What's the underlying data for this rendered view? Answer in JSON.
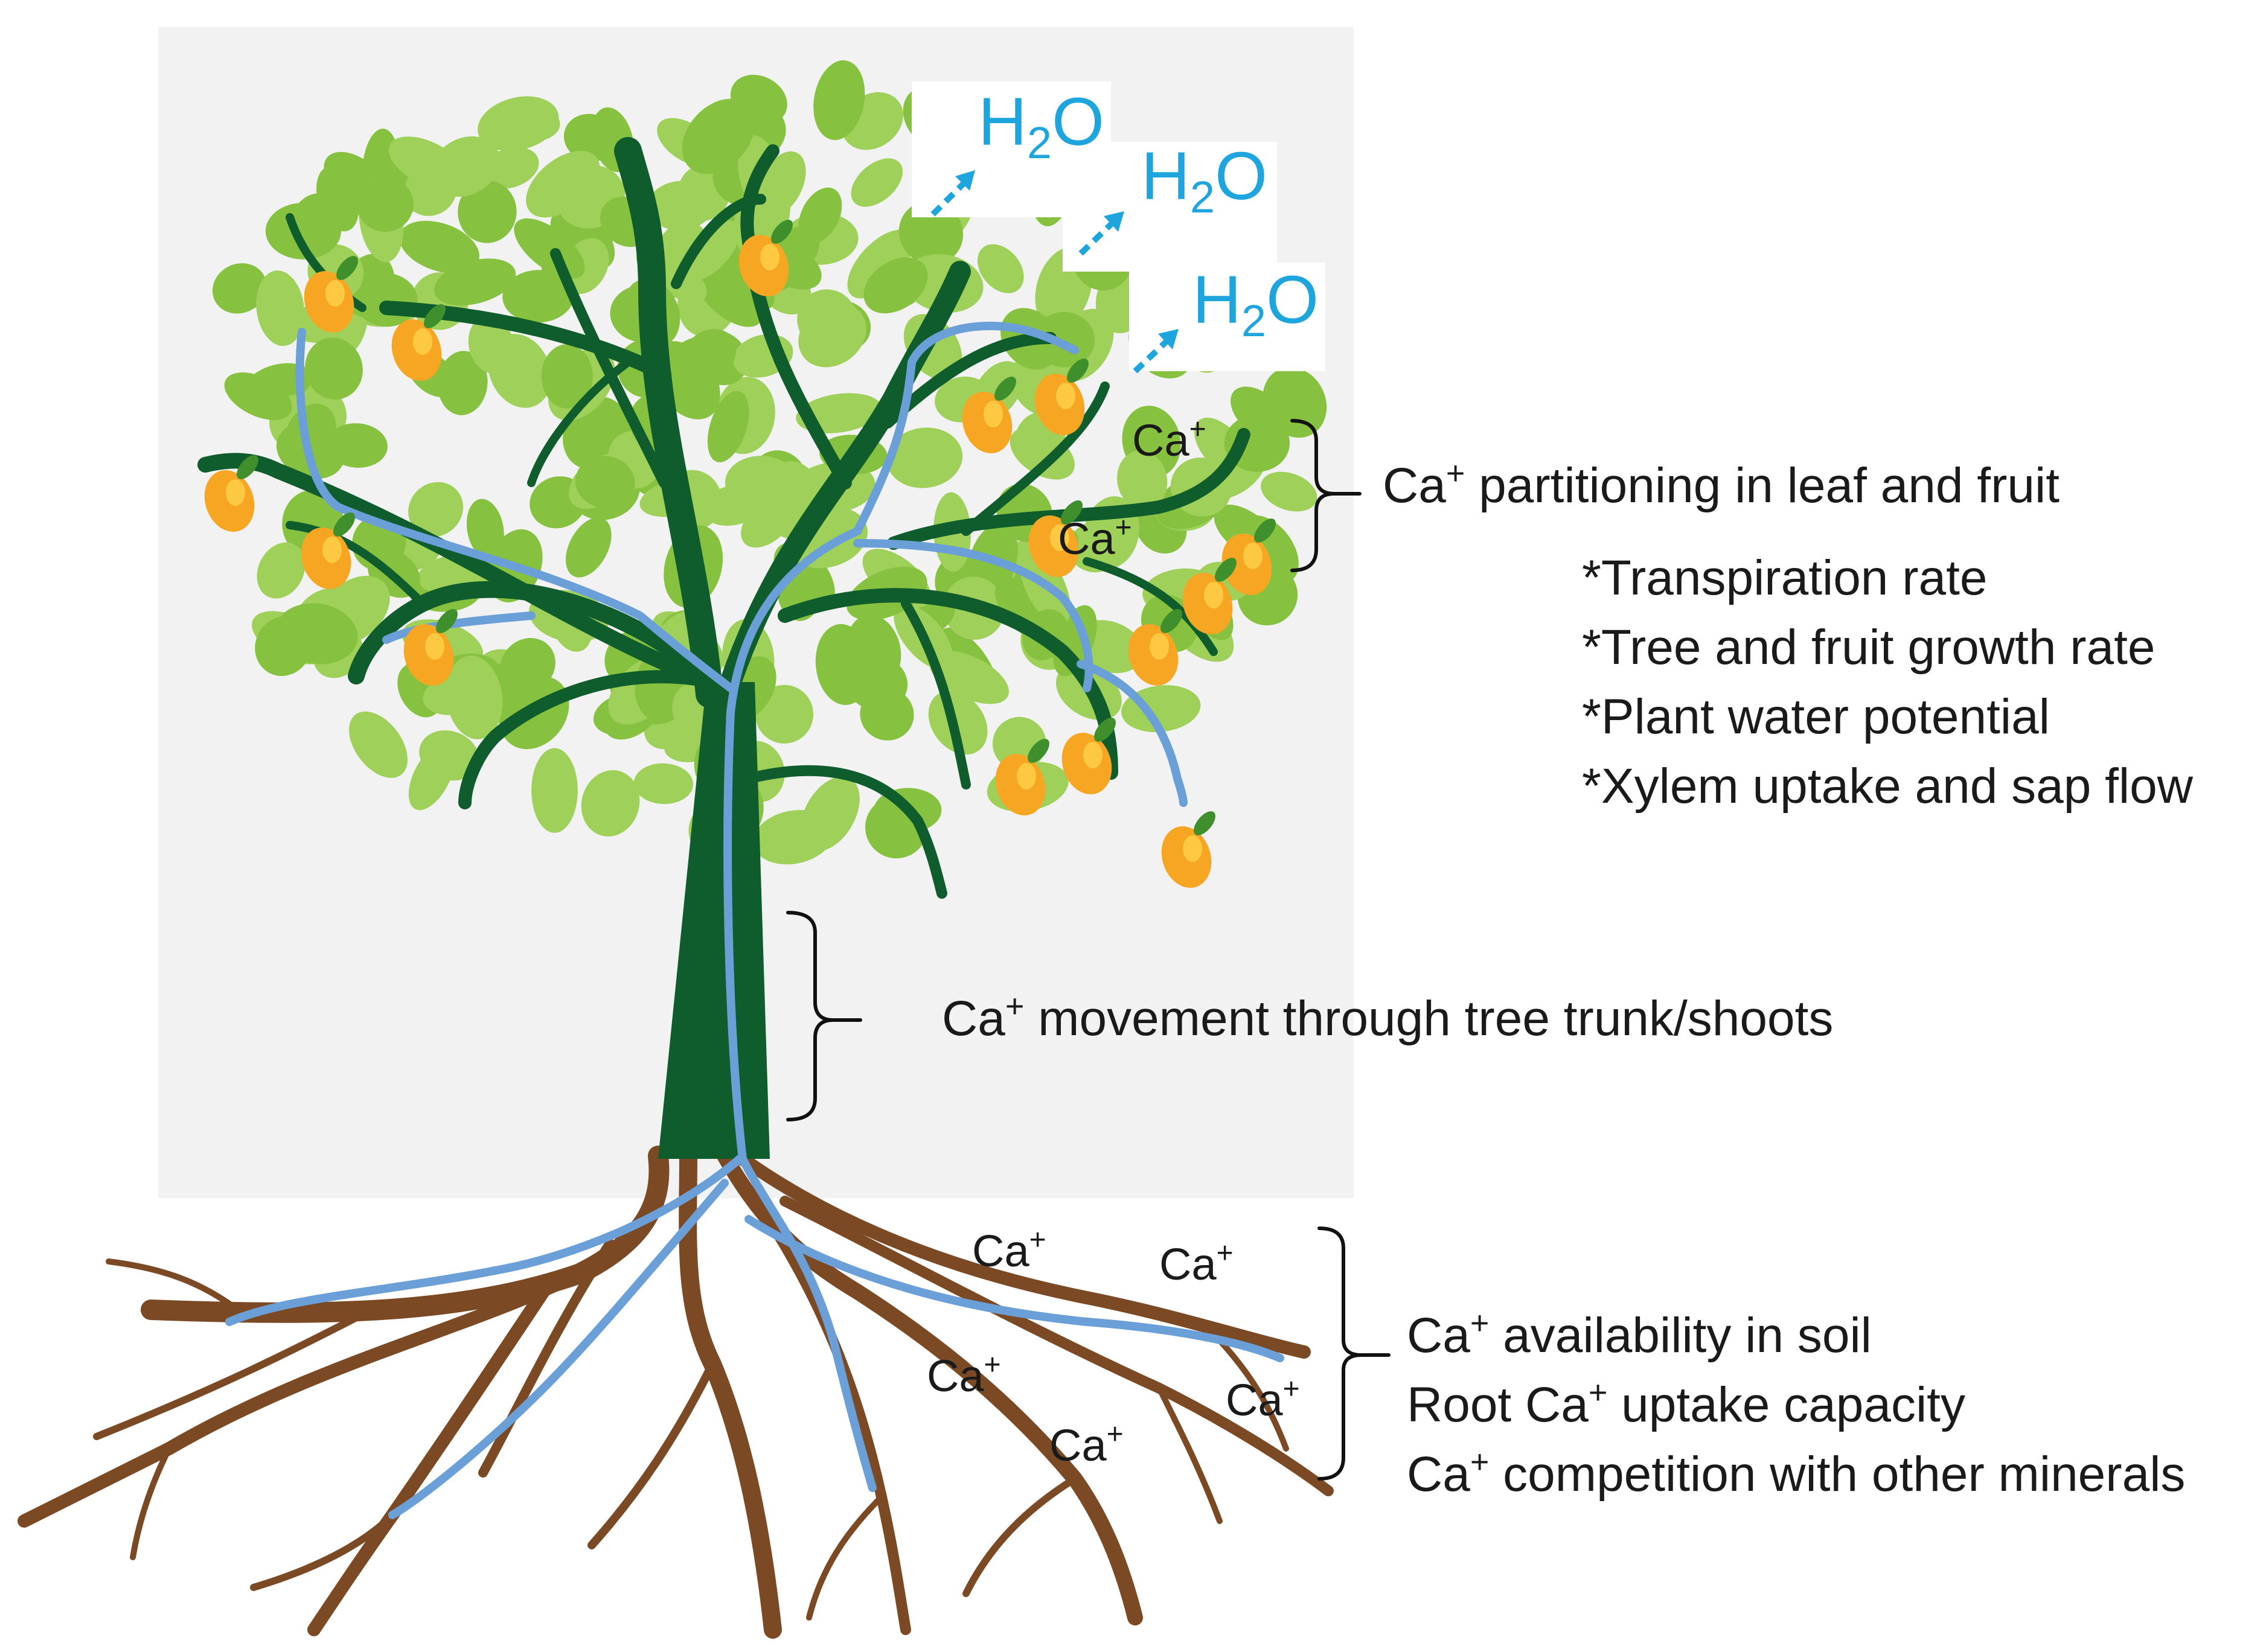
{
  "colors": {
    "panel": "#f2f2f2",
    "trunk": "#0f5c2c",
    "leaf_light": "#9fd15a",
    "leaf_mid": "#86c140",
    "root": "#7b4a24",
    "xylem": "#6a9fd8",
    "water": "#1ea5de",
    "fruit": "#f6a623",
    "fruit_light": "#ffd24a",
    "bracket": "#111111"
  },
  "water_labels": [
    {
      "base": "H",
      "sub": "2",
      "tail": "O"
    },
    {
      "base": "H",
      "sub": "2",
      "tail": "O"
    },
    {
      "base": "H",
      "sub": "2",
      "tail": "O"
    }
  ],
  "ion": {
    "base": "Ca",
    "sup": "+"
  },
  "canopy_group": {
    "heading": {
      "base": "Ca",
      "sup": "+",
      "rest": " partitioning in leaf and fruit"
    },
    "factors": [
      "*Transpiration rate",
      "*Tree and fruit growth rate",
      "*Plant water potential",
      "*Xylem uptake and sap flow"
    ]
  },
  "trunk_group": {
    "heading": {
      "base": "Ca",
      "sup": "+",
      "rest": " movement through tree trunk/shoots"
    }
  },
  "soil_group": {
    "items": [
      {
        "pre": "",
        "base": "Ca",
        "sup": "+",
        "rest": " availability in soil"
      },
      {
        "pre": "Root ",
        "base": "Ca",
        "sup": "+",
        "rest": " uptake capacity"
      },
      {
        "pre": "",
        "base": "Ca",
        "sup": "+",
        "rest": " competition with other minerals"
      }
    ]
  }
}
